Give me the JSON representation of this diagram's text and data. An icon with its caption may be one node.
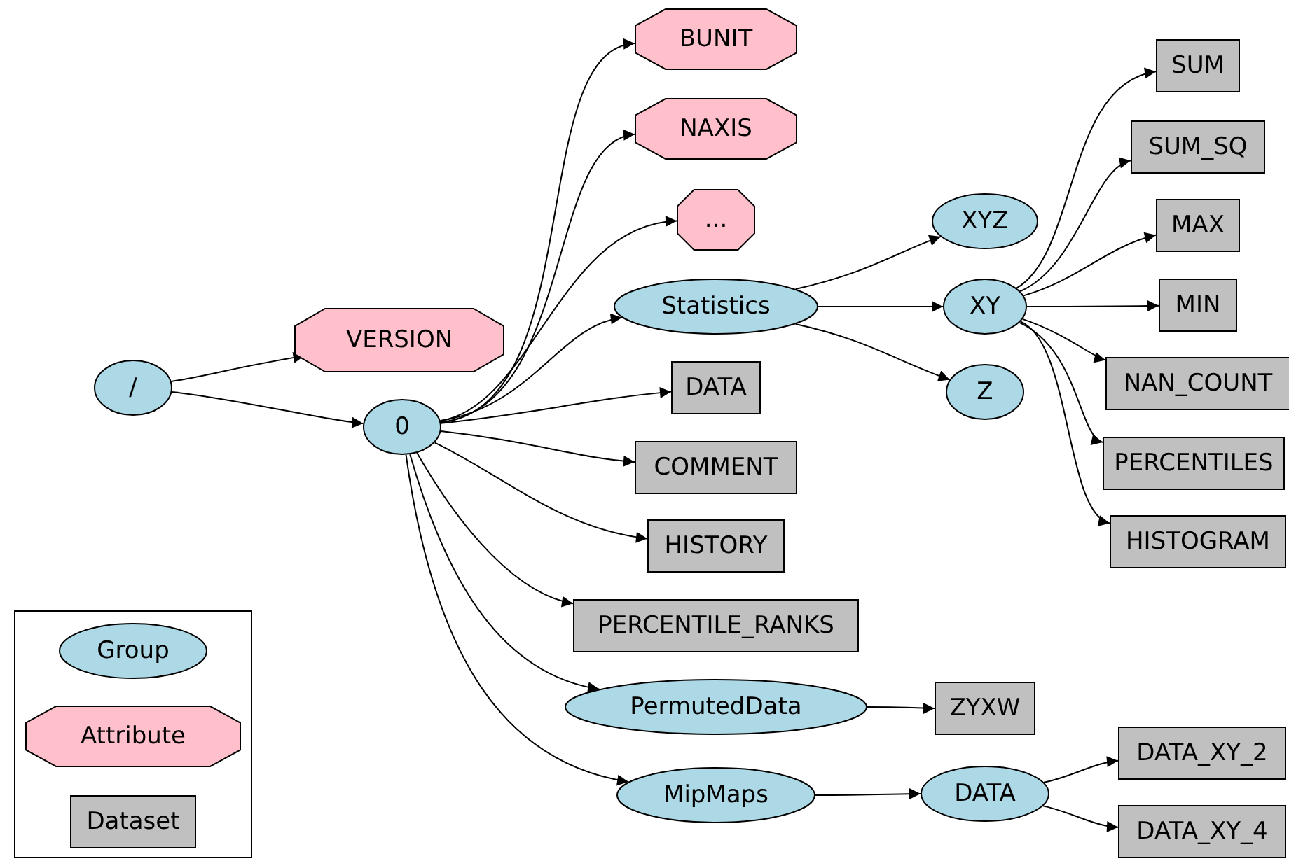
{
  "diagram": {
    "nodes": [
      {
        "text": [
          "/"
        ]
      },
      {
        "text": [
          "VERSION"
        ]
      },
      {
        "text": [
          "0"
        ]
      },
      {
        "text": [
          "BUNIT"
        ]
      },
      {
        "text": [
          "NAXIS"
        ]
      },
      {
        "text": [
          "..."
        ]
      },
      {
        "text": [
          "Statistics"
        ]
      },
      {
        "text": [
          "DATA"
        ]
      },
      {
        "text": [
          "COMMENT"
        ]
      },
      {
        "text": [
          "HISTORY"
        ]
      },
      {
        "text": [
          "PERCENTILE_RANKS"
        ]
      },
      {
        "text": [
          "PermutedData"
        ]
      },
      {
        "text": [
          "MipMaps"
        ]
      },
      {
        "text": [
          "XYZ"
        ]
      },
      {
        "text": [
          "XY"
        ]
      },
      {
        "text": [
          "Z"
        ]
      },
      {
        "text": [
          "SUM"
        ]
      },
      {
        "text": [
          "SUM_SQ"
        ]
      },
      {
        "text": [
          "MAX"
        ]
      },
      {
        "text": [
          "MIN"
        ]
      },
      {
        "text": [
          "NAN_COUNT"
        ]
      },
      {
        "text": [
          "PERCENTILES"
        ]
      },
      {
        "text": [
          "HISTOGRAM"
        ]
      },
      {
        "text": [
          "ZYXW"
        ]
      },
      {
        "text": [
          "DATA"
        ]
      },
      {
        "text": [
          "DATA_XY_2"
        ]
      },
      {
        "text": [
          "DATA_XY_4"
        ]
      }
    ],
    "edges": [
      {
        "from": 0,
        "to": 1,
        "arrow": "to"
      },
      {
        "from": 0,
        "to": 2,
        "arrow": "to"
      },
      {
        "from": 2,
        "to": 3,
        "arrow": "to"
      },
      {
        "from": 2,
        "to": 4,
        "arrow": "to"
      },
      {
        "from": 2,
        "to": 5,
        "arrow": "to"
      },
      {
        "from": 2,
        "to": 6,
        "arrow": "to"
      },
      {
        "from": 2,
        "to": 7,
        "arrow": "to"
      },
      {
        "from": 2,
        "to": 8,
        "arrow": "to"
      },
      {
        "from": 2,
        "to": 9,
        "arrow": "to"
      },
      {
        "from": 2,
        "to": 10,
        "arrow": "to"
      },
      {
        "from": 2,
        "to": 11,
        "arrow": "to"
      },
      {
        "from": 2,
        "to": 12,
        "arrow": "to"
      },
      {
        "from": 6,
        "to": 13,
        "arrow": "to"
      },
      {
        "from": 6,
        "to": 14,
        "arrow": "to"
      },
      {
        "from": 6,
        "to": 15,
        "arrow": "to"
      },
      {
        "from": 14,
        "to": 16,
        "arrow": "to"
      },
      {
        "from": 14,
        "to": 17,
        "arrow": "to"
      },
      {
        "from": 14,
        "to": 18,
        "arrow": "to"
      },
      {
        "from": 14,
        "to": 19,
        "arrow": "to"
      },
      {
        "from": 14,
        "to": 20,
        "arrow": "to"
      },
      {
        "from": 14,
        "to": 21,
        "arrow": "to"
      },
      {
        "from": 14,
        "to": 22,
        "arrow": "to"
      },
      {
        "from": 11,
        "to": 23,
        "arrow": "to"
      },
      {
        "from": 12,
        "to": 24,
        "arrow": "to"
      },
      {
        "from": 24,
        "to": 25,
        "arrow": "to"
      },
      {
        "from": 24,
        "to": 26,
        "arrow": "to"
      }
    ],
    "legend": [
      {
        "text": "Group"
      },
      {
        "text": "Attribute"
      },
      {
        "text": "Dataset"
      }
    ]
  }
}
